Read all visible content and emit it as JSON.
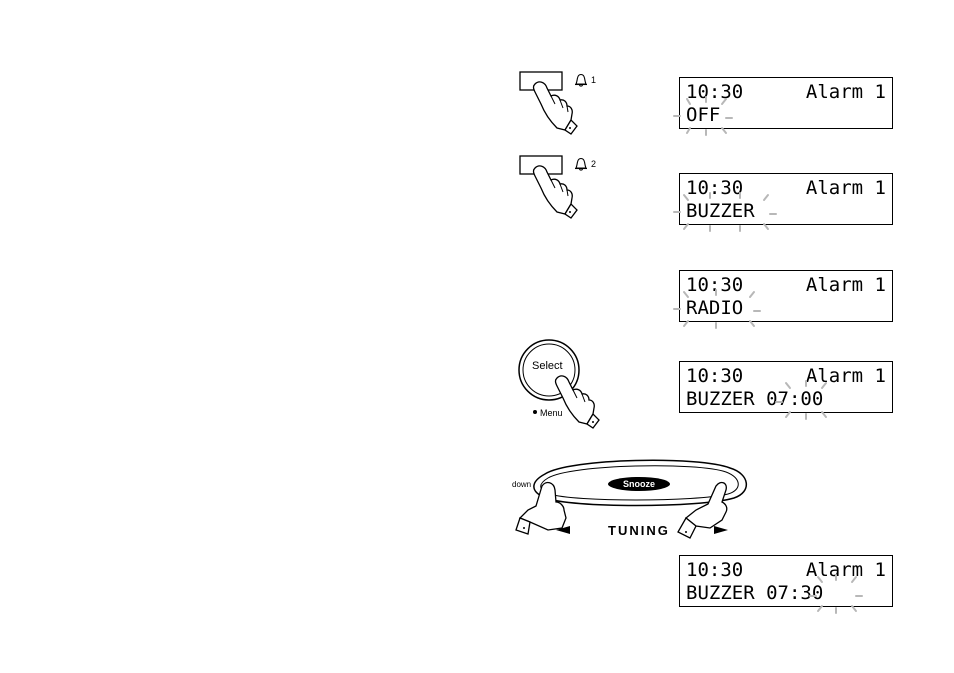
{
  "buttons": {
    "alarm1_label": "1",
    "alarm2_label": "2",
    "select_label": "Select",
    "menu_label": "Menu",
    "snooze_label": "Snooze",
    "down_label": "down",
    "tuning_label": "TUNING"
  },
  "displays": [
    {
      "time": "10:30",
      "label": "Alarm 1",
      "value": "OFF"
    },
    {
      "time": "10:30",
      "label": "Alarm 1",
      "value": "BUZZER"
    },
    {
      "time": "10:30",
      "label": "Alarm 1",
      "value": "RADIO"
    },
    {
      "time": "10:30",
      "label": "Alarm 1",
      "value": "BUZZER 07:00"
    },
    {
      "time": "10:30",
      "label": "Alarm 1",
      "value": "BUZZER 07:30"
    }
  ]
}
